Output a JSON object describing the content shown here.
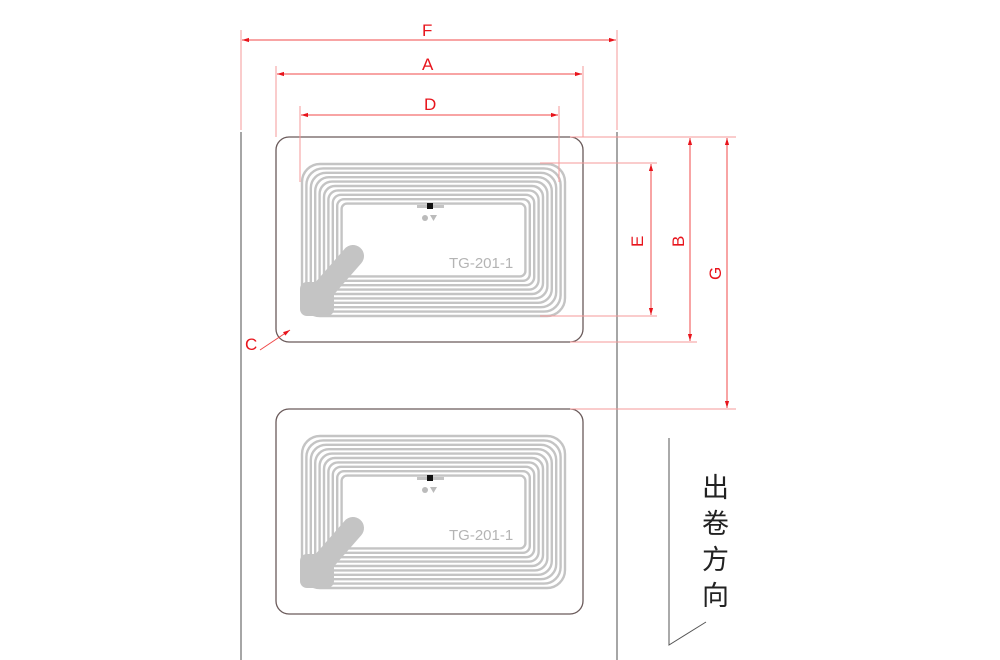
{
  "dimensions": {
    "F": "F",
    "A": "A",
    "D": "D",
    "E": "E",
    "B": "B",
    "G": "G",
    "C": "C"
  },
  "labels": [
    {
      "model": "TG-201-1"
    },
    {
      "model": "TG-201-1"
    }
  ],
  "direction_text": [
    "出",
    "卷",
    "方",
    "向"
  ],
  "colors": {
    "dimension": "#e8141c",
    "antenna": "#c4c4c4",
    "outline": "#6a5a5a",
    "web": "#888888"
  }
}
